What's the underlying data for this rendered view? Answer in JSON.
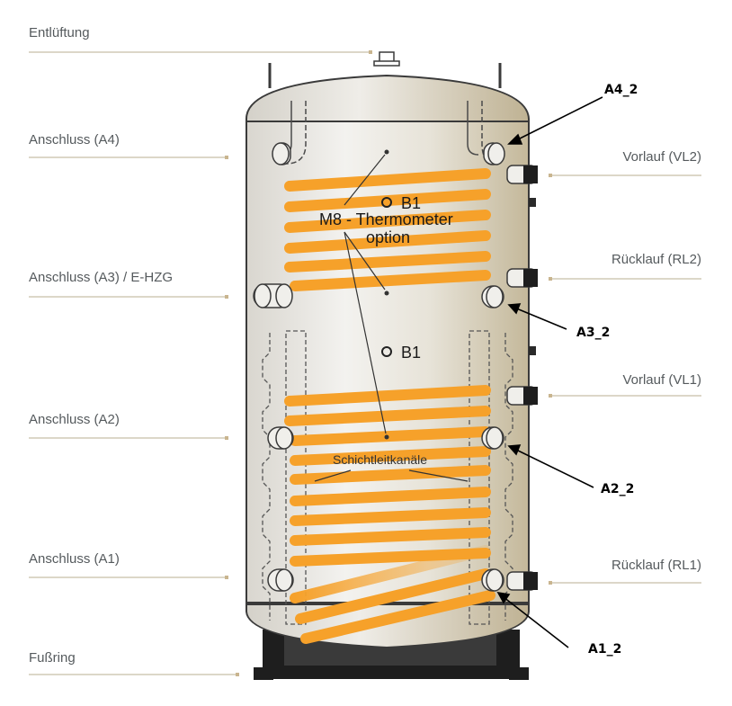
{
  "colors": {
    "label_text": "#555a5d",
    "leader_line": "#c8bfa6",
    "leader_dot": "#c9b58f",
    "coil": "#f6a12a",
    "tank_outline": "#3a3a3a",
    "tank_light": "#eeeeec",
    "tank_dark": "#c8bfa4"
  },
  "labels_left": {
    "entlueftung": "Entlüftung",
    "a4": "Anschluss (A4)",
    "a3": "Anschluss (A3) / E-HZG",
    "a2": "Anschluss (A2)",
    "a1": "Anschluss (A1)",
    "fussring": "Fußring"
  },
  "labels_right": {
    "vl2": "Vorlauf (VL2)",
    "rl2": "Rücklauf (RL2)",
    "vl1": "Vorlauf (VL1)",
    "rl1": "Rücklauf (RL1)"
  },
  "markers": {
    "a4_2": "A4_2",
    "a3_2": "A3_2",
    "a2_2": "A2_2",
    "a1_2": "A1_2"
  },
  "inner_labels": {
    "b1_top": "B1",
    "b1_mid": "B1",
    "thermo_line1": "M8 - Thermometer",
    "thermo_line2": "option",
    "layer_channels": "Schichtleitkanäle"
  }
}
